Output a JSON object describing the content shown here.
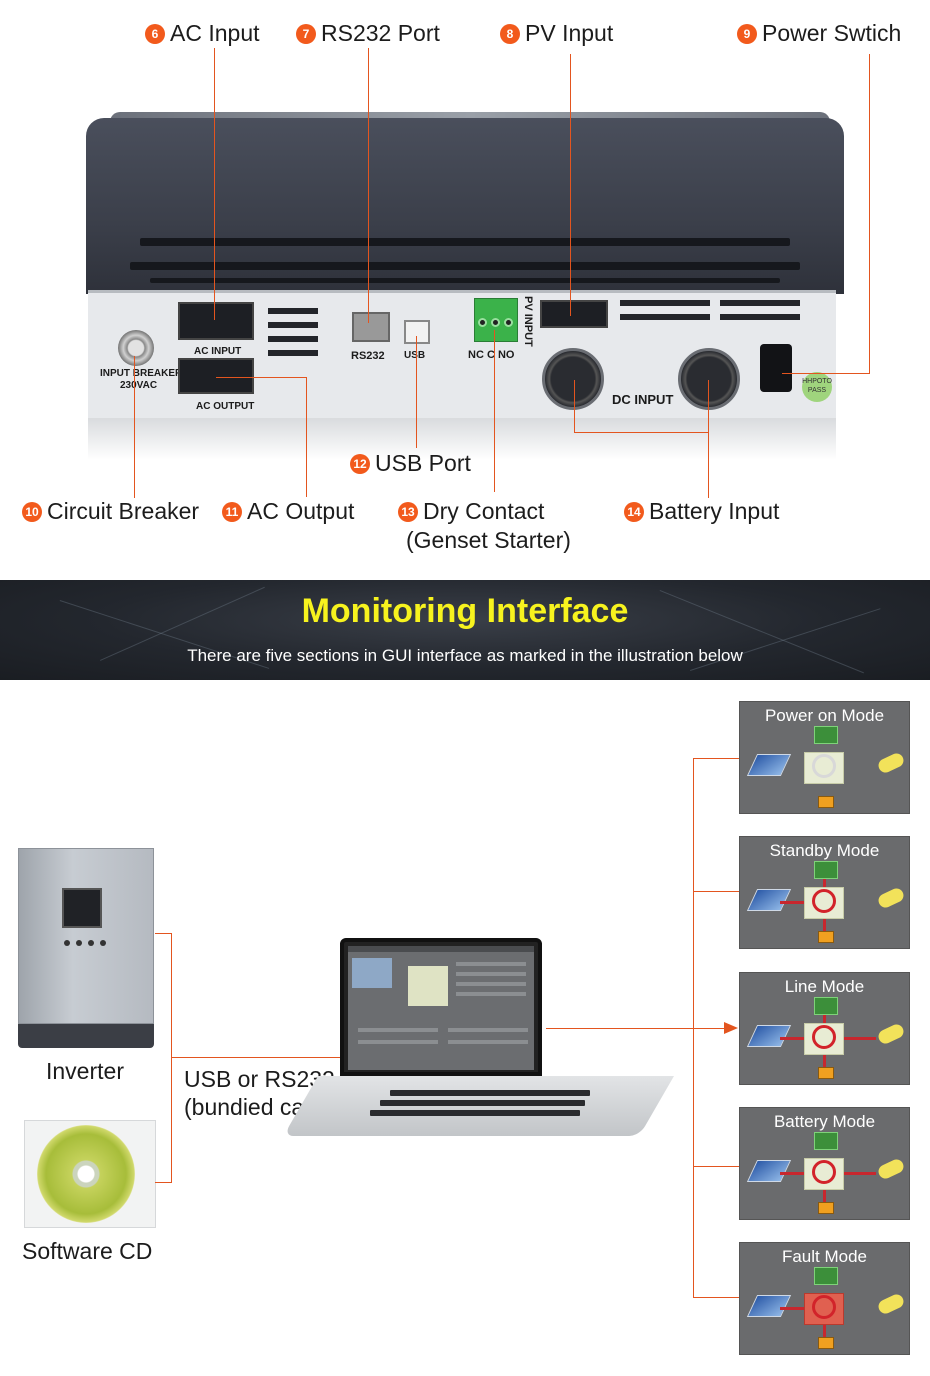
{
  "top_callouts": [
    {
      "num": "6",
      "label": "AC Input"
    },
    {
      "num": "7",
      "label": "RS232 Port"
    },
    {
      "num": "8",
      "label": "PV Input"
    },
    {
      "num": "9",
      "label": "Power Swtich"
    },
    {
      "num": "10",
      "label": "Circuit Breaker"
    },
    {
      "num": "11",
      "label": "AC Output"
    },
    {
      "num": "12",
      "label": "USB Port"
    },
    {
      "num": "13",
      "label": "Dry Contact"
    },
    {
      "num": "14",
      "label": "Battery Input"
    }
  ],
  "dry_contact_sub": "(Genset Starter)",
  "device_labels": {
    "ac_input": "AC INPUT",
    "ac_output": "AC OUTPUT",
    "breaker": "INPUT BREAKER",
    "breaker_volt": "230VAC",
    "rs232": "RS232",
    "usb": "USB",
    "nc_c_no": "NC C NO",
    "pv_input": "PV INPUT",
    "dc_input": "DC INPUT",
    "seal": "HHPOTO PASS"
  },
  "banner": {
    "title": "Monitoring Interface",
    "subtitle": "There are five sections in GUI interface as marked in the illustration below"
  },
  "bottom": {
    "inverter_label": "Inverter",
    "cd_label": "Software CD",
    "cable_line1": "USB or RS232",
    "cable_line2": "(bundied cable)"
  },
  "modes": [
    {
      "title": "Power on Mode"
    },
    {
      "title": "Standby Mode"
    },
    {
      "title": "Line Mode"
    },
    {
      "title": "Battery Mode"
    },
    {
      "title": "Fault Mode"
    }
  ],
  "colors": {
    "accent": "#e3551f",
    "badge": "#f25a1c",
    "banner_title": "#f7f31e",
    "banner_bg": "#23272e"
  }
}
